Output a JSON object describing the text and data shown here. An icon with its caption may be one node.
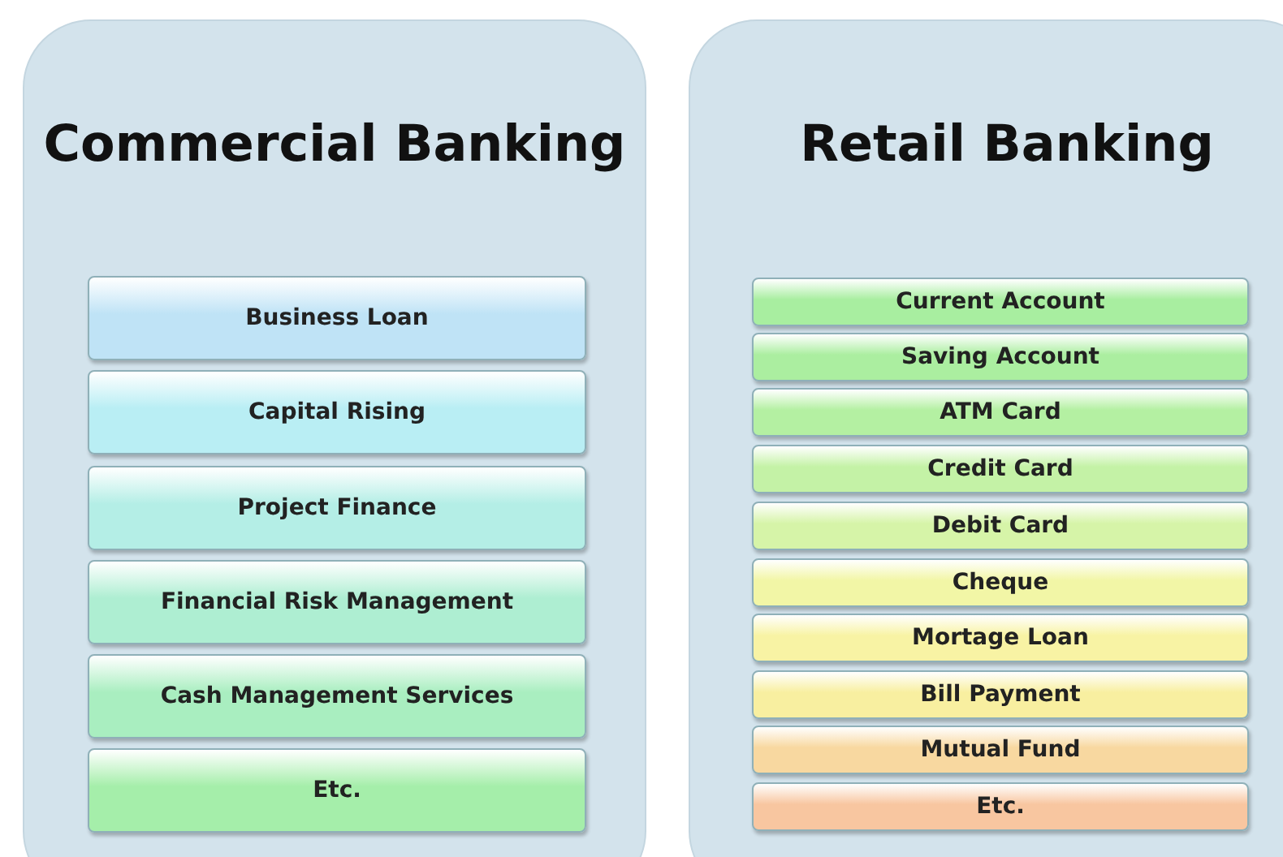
{
  "diagram": {
    "nodes": [
      {
        "text": [
          "Commercial Banking"
        ]
      },
      {
        "text": [
          "Business Loan"
        ],
        "in": 0
      },
      {
        "text": [
          "Capital Rising"
        ],
        "in": 0
      },
      {
        "text": [
          "Project Finance"
        ],
        "in": 0
      },
      {
        "text": [
          "Financial Risk Management"
        ],
        "in": 0
      },
      {
        "text": [
          "Cash Management Services"
        ],
        "in": 0
      },
      {
        "text": [
          "Etc."
        ],
        "in": 0
      },
      {
        "text": [
          "Retail Banking"
        ]
      },
      {
        "text": [
          "Current Account"
        ],
        "in": 7
      },
      {
        "text": [
          "Saving Account"
        ],
        "in": 7
      },
      {
        "text": [
          "ATM Card"
        ],
        "in": 7
      },
      {
        "text": [
          "Credit Card"
        ],
        "in": 7
      },
      {
        "text": [
          "Debit Card"
        ],
        "in": 7
      },
      {
        "text": [
          "Cheque"
        ],
        "in": 7
      },
      {
        "text": [
          "Mortage Loan"
        ],
        "in": 7
      },
      {
        "text": [
          "Bill Payment"
        ],
        "in": 7
      },
      {
        "text": [
          "Mutual Fund"
        ],
        "in": 7
      },
      {
        "text": [
          "Etc."
        ],
        "in": 7
      }
    ]
  }
}
